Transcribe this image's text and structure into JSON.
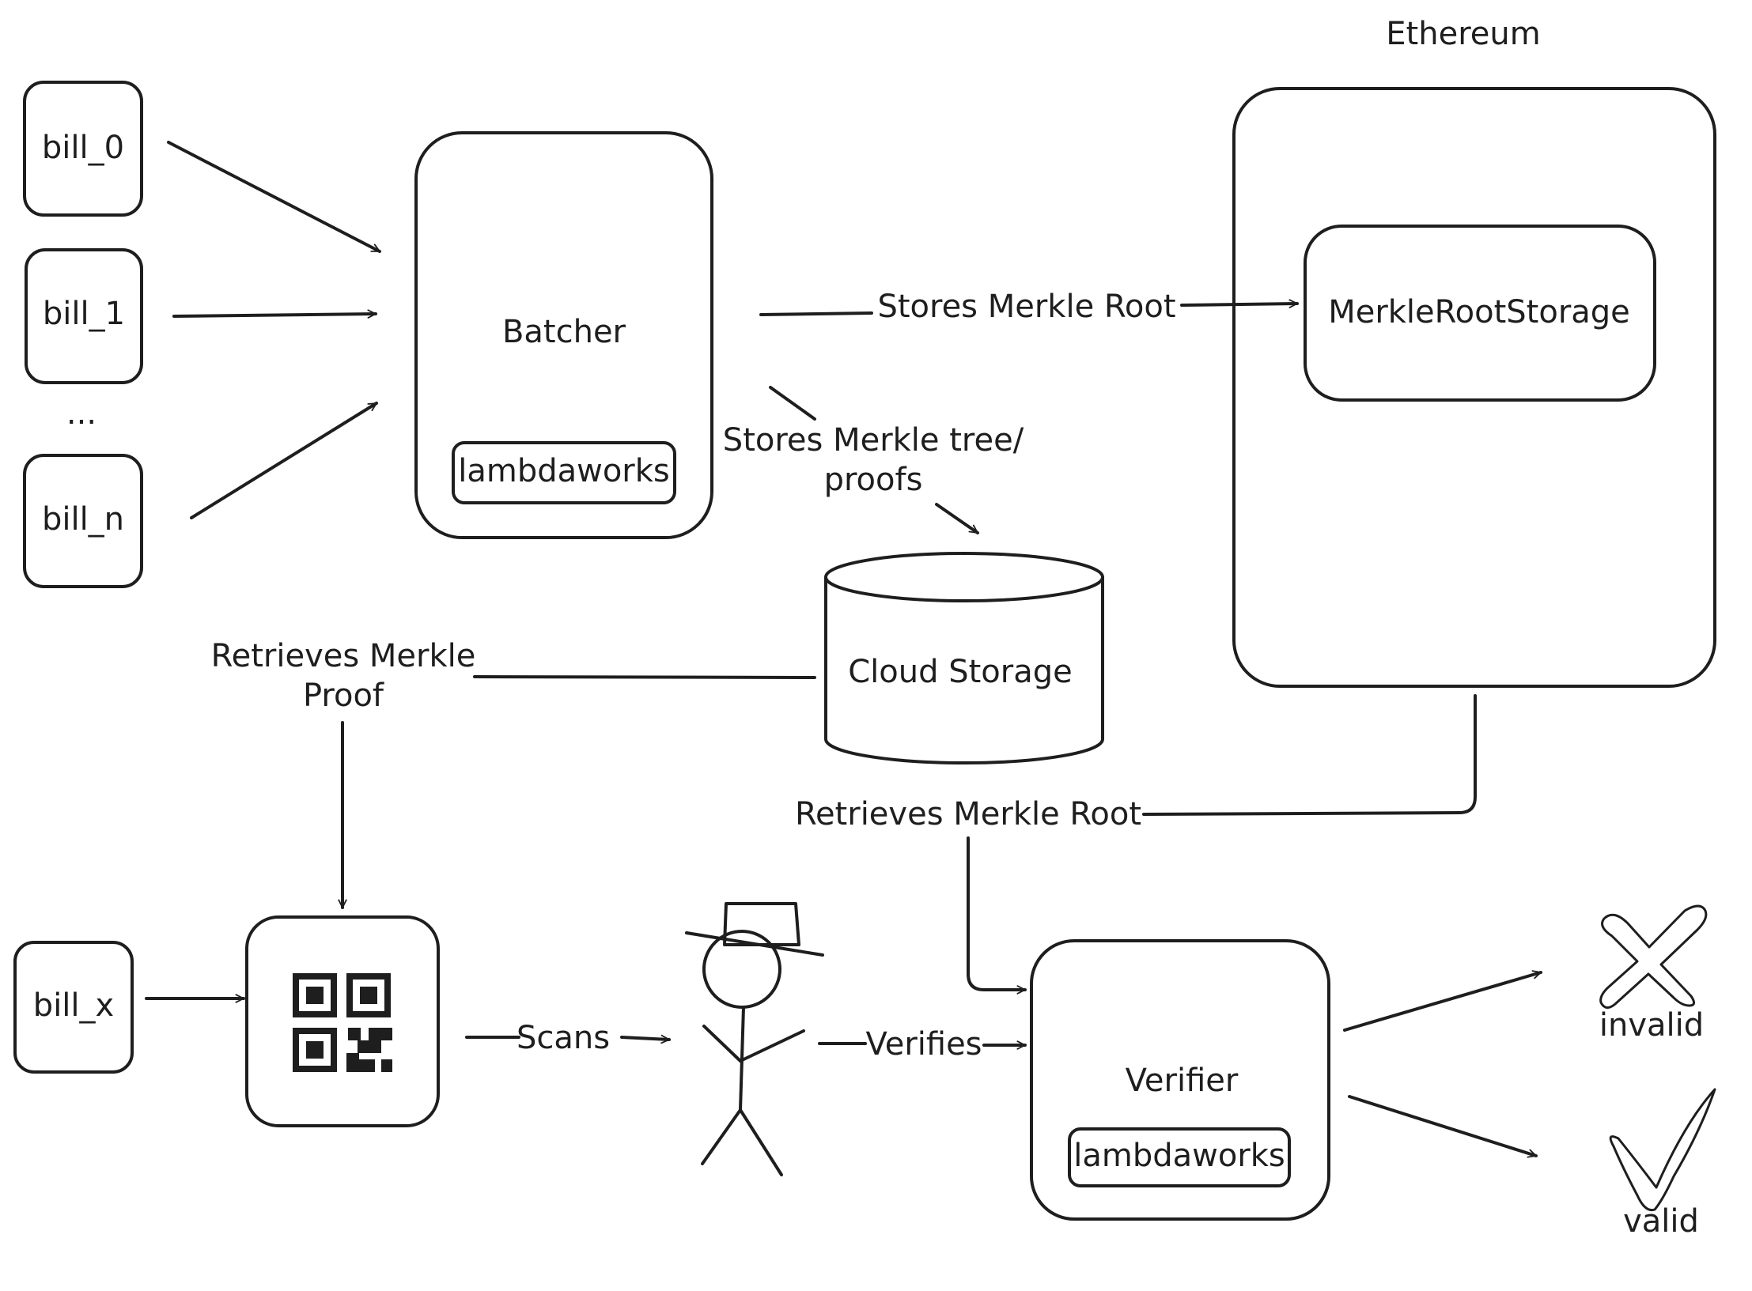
{
  "diagram": {
    "ethereum_label": "Ethereum",
    "bills": {
      "bill_0": "bill_0",
      "bill_1": "bill_1",
      "ellipsis": "...",
      "bill_n": "bill_n",
      "bill_x": "bill_x"
    },
    "batcher": {
      "label": "Batcher",
      "library": "lambdaworks"
    },
    "merkle_root_storage": "MerkleRootStorage",
    "cloud_storage": "Cloud Storage",
    "verifier": {
      "label": "Verifier",
      "library": "lambdaworks"
    },
    "edges": {
      "stores_root": "Stores Merkle Root",
      "stores_tree_line1": "Stores Merkle tree/",
      "stores_tree_line2": "proofs",
      "retrieves_proof_line1": "Retrieves Merkle",
      "retrieves_proof_line2": "Proof",
      "retrieves_root": "Retrieves Merkle Root",
      "scans": "Scans",
      "verifies": "Verifies"
    },
    "outcomes": {
      "invalid": "invalid",
      "valid": "valid"
    },
    "icons": [
      "qr-code-icon",
      "person-with-hat-icon",
      "cross-icon",
      "check-icon"
    ]
  }
}
